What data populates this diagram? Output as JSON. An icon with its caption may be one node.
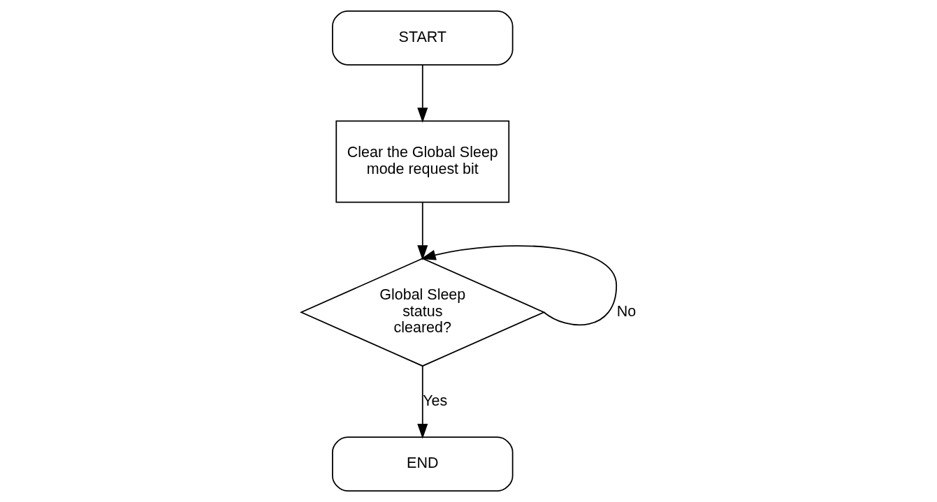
{
  "diagram": {
    "nodes": [
      {
        "text": [
          "START"
        ]
      },
      {
        "text": [
          "Clear the Global Sleep mode request bit"
        ]
      },
      {
        "text": [
          "Global Sleep status cleared?"
        ]
      },
      {
        "text": [
          "END"
        ]
      }
    ],
    "edges": [
      {
        "from": 0,
        "to": 1,
        "arrow": "to"
      },
      {
        "from": 1,
        "to": 2,
        "arrow": "to"
      },
      {
        "from": 2,
        "to": 2,
        "arrow": "to",
        "label": "No"
      },
      {
        "from": 2,
        "to": 3,
        "arrow": "to",
        "label": "Yes"
      }
    ]
  }
}
